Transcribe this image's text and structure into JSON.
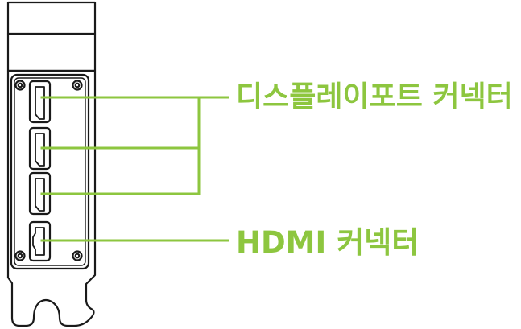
{
  "labels": {
    "displayport": "디스플레이포트 커넥터",
    "hdmi": "HDMI 커넥터"
  },
  "colors": {
    "accent": "#8dc63f",
    "outline": "#1a1a1a",
    "panel_fill": "#ffffff"
  },
  "ports": [
    {
      "type": "DisplayPort"
    },
    {
      "type": "DisplayPort"
    },
    {
      "type": "DisplayPort"
    },
    {
      "type": "HDMI"
    }
  ]
}
